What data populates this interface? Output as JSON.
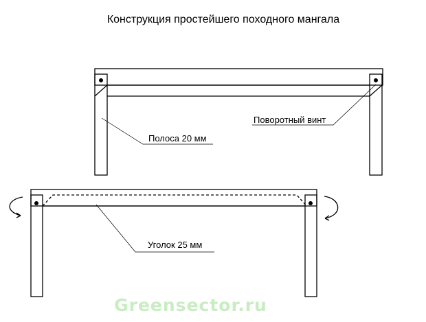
{
  "title": "Конструкция простейшего походного мангала",
  "labels": {
    "strip": "Полоса 20 мм",
    "pivot_screw": "Поворотный винт",
    "angle": "Уголок 25 мм"
  },
  "watermark": "Greensector.ru",
  "colors": {
    "line": "#000000",
    "watermark": "#c9ecc3"
  }
}
